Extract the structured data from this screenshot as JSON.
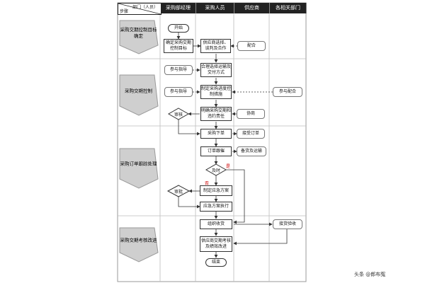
{
  "header": {
    "corner_top": "部门（人员）",
    "corner_bottom": "步骤",
    "lanes": [
      "采购部经理",
      "采购人员",
      "供应商",
      "各相关部门"
    ]
  },
  "stages": [
    "采购交期控制目标确定",
    "采购交期控制",
    "采购订单跟踪处理",
    "采购交期考核改进"
  ],
  "nodes": {
    "start": "开始",
    "set_target": "确定采购交期控制目标",
    "select_supplier": "供应商选择、谈判及合作",
    "cooperate": "配合",
    "guide1": "参与指导",
    "choose_transport": "合理选择运输及交付方式",
    "guide2": "参与指导",
    "make_plan": "制定采购进度控制措施",
    "participate": "参与配合",
    "approve1": "审核",
    "clarify": "明确采购交期和违约责任",
    "negotiate": "协商",
    "place_order": "采购下单",
    "accept_order": "接受订单",
    "track_order": "订单跟催",
    "prepare": "备货及运输",
    "on_time": "及时",
    "approve2": "审批",
    "emergency_plan": "制定应急方案",
    "execute_plan": "应急方案执行",
    "receive": "组织收货",
    "inspect": "接货验收",
    "evaluate": "供应商交期考核及绩效改进",
    "end": "结束"
  },
  "branch_labels": {
    "yes": "是",
    "no": "否"
  },
  "watermark": "头条 @郎布冤",
  "colors": {
    "header_bg": "#222222",
    "stage_bg": "#cfcfcf",
    "grid": "#bdbdbd",
    "red": "#cc0000"
  }
}
